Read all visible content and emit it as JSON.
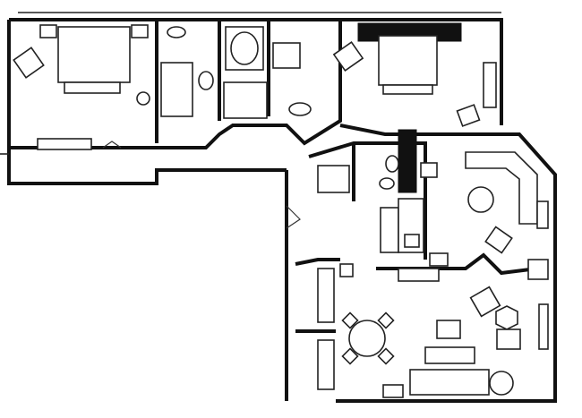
{
  "plan": {
    "wall_color": "#111111",
    "background_color": "#ffffff",
    "rooms": [
      "bedroom-left",
      "bathroom-left",
      "bathroom-center",
      "bedroom-right",
      "hallway",
      "powder-room",
      "kitchen-bar",
      "living-room",
      "dining-area",
      "closet"
    ]
  }
}
